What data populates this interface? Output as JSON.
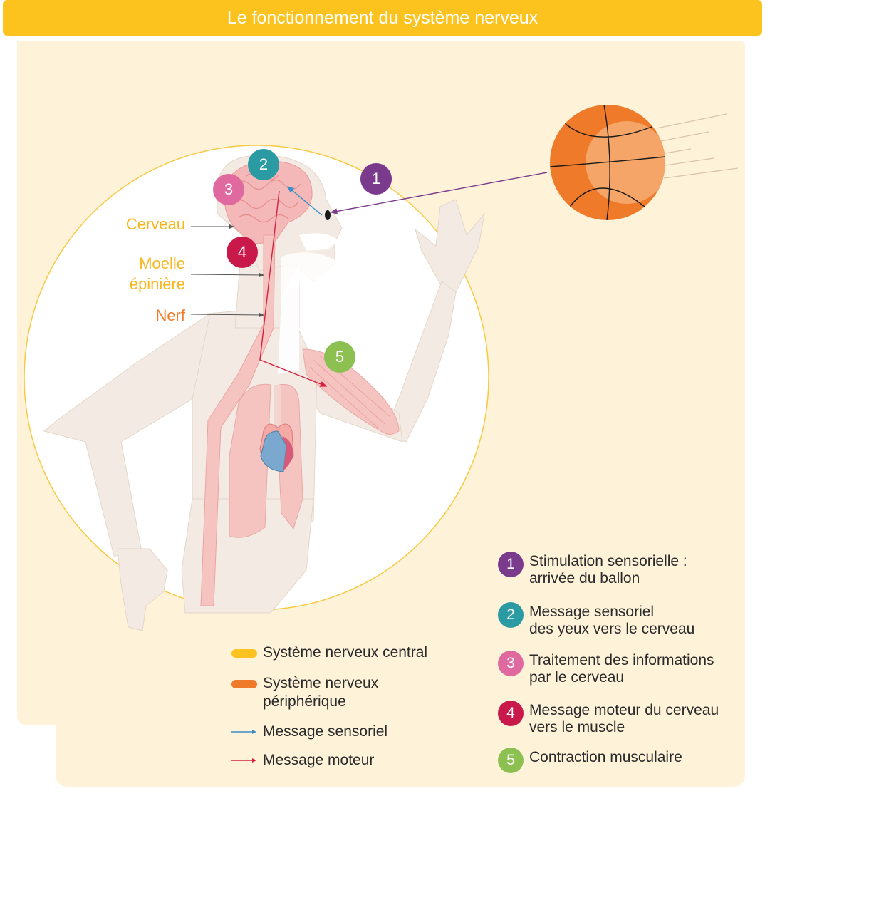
{
  "title": "Le fonctionnement du système nerveux",
  "labels": {
    "brain": "Cerveau",
    "spinal_line1": "Moelle",
    "spinal_line2": "épinière",
    "nerve": "Nerf"
  },
  "badges": [
    "1",
    "2",
    "3",
    "4",
    "5"
  ],
  "legend": {
    "central": "Système nerveux central",
    "peripheral_line1": "Système nerveux",
    "peripheral_line2": "périphérique",
    "sensory": "Message sensoriel",
    "motor": "Message moteur"
  },
  "steps": [
    {
      "num": "1",
      "line1": "Stimulation sensorielle :",
      "line2": "arrivée du ballon"
    },
    {
      "num": "2",
      "line1": "Message sensoriel",
      "line2": "des yeux vers le cerveau"
    },
    {
      "num": "3",
      "line1": "Traitement des informations",
      "line2": "par le cerveau"
    },
    {
      "num": "4",
      "line1": "Message moteur du cerveau",
      "line2": "vers le muscle"
    },
    {
      "num": "5",
      "line1": "Contraction musculaire",
      "line2": ""
    }
  ],
  "colors": {
    "title_bg": "#fcc31f",
    "panel_bg": "#fef2d9",
    "central": "#fcc31f",
    "peripheral": "#ee7a2a",
    "sensory_arrow": "#3a8ec8",
    "motor_arrow": "#d2223f",
    "step1": "#7b3b8c",
    "step2": "#2a9aa3",
    "step3": "#e06aa0",
    "step4": "#c8194a",
    "step5": "#8cc152"
  }
}
